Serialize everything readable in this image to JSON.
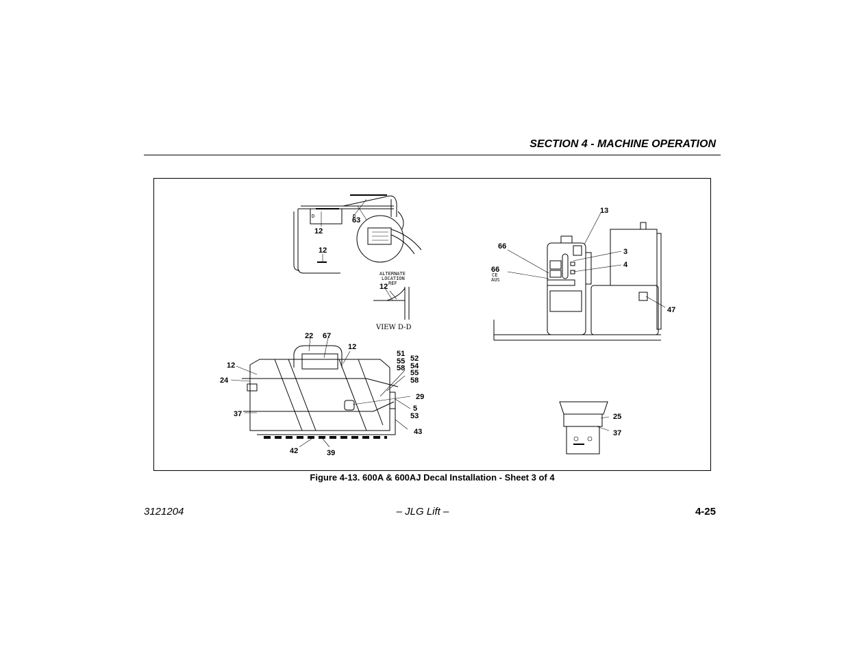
{
  "header": {
    "section_title": "SECTION 4 - MACHINE OPERATION"
  },
  "figure": {
    "caption": "Figure 4-13. 600A & 600AJ Decal Installation - Sheet 3 of 4",
    "drawing_text": {
      "view_marker_d": "D",
      "alternate_location_ref": [
        "ALTERNATE",
        "LOCATION",
        "REF"
      ],
      "view_label": "VIEW D-D",
      "ce_aus": [
        "CE",
        "AUS"
      ]
    },
    "callouts": {
      "c12a": "12",
      "c63": "63",
      "c12b": "12",
      "c12c": "12",
      "c13": "13",
      "c66a": "66",
      "c66b": "66",
      "c3": "3",
      "c4": "4",
      "c47": "47",
      "c22": "22",
      "c67": "67",
      "c12d": "12",
      "c12e": "12",
      "c24": "24",
      "c51": "51",
      "c55a": "55",
      "c58a": "58",
      "c52": "52",
      "c54": "54",
      "c55b": "55",
      "c58b": "58",
      "c29": "29",
      "c5": "5",
      "c53": "53",
      "c37a": "37",
      "c43": "43",
      "c42": "42",
      "c39": "39",
      "c25": "25",
      "c37b": "37"
    }
  },
  "footer": {
    "doc_number": "3121204",
    "publisher": "– JLG Lift –",
    "page_number": "4-25"
  }
}
